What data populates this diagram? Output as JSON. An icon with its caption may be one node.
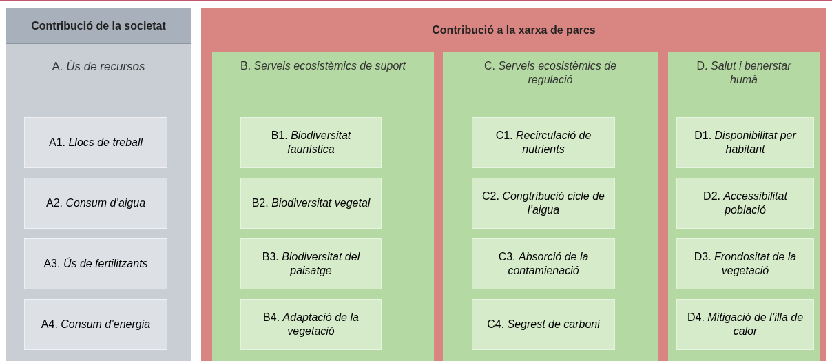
{
  "diagram": {
    "nodes": [
      {
        "text": [
          "Contribució de la societat",
          "A. *Ùs de recursos*"
        ]
      },
      {
        "text": [
          "A1. *Llocs de treball*"
        ],
        "in": 0
      },
      {
        "text": [
          "A2. *Consum d’aigua*"
        ],
        "in": 0
      },
      {
        "text": [
          "A3. *Ús de fertilitzants*"
        ],
        "in": 0
      },
      {
        "text": [
          "A4. *Consum d’energia*"
        ],
        "in": 0
      },
      {
        "text": [
          "Contribució a la xarxa de parcs"
        ]
      },
      {
        "text": [
          "B. *Serveis ecosistèmics de suport*"
        ],
        "in": 5
      },
      {
        "text": [
          "B1. *Biodiversitat faunística*"
        ],
        "in": 6
      },
      {
        "text": [
          "B2. *Biodiversitat vegetal*"
        ],
        "in": 6
      },
      {
        "text": [
          "B3. *Biodiversitat del paisatge*"
        ],
        "in": 6
      },
      {
        "text": [
          "B4. *Adaptació de la vegetació*"
        ],
        "in": 6
      },
      {
        "text": [
          "C. *Serveis ecosistèmics de regulació*"
        ],
        "in": 5
      },
      {
        "text": [
          "C1. *Recirculació de nutrients*"
        ],
        "in": 11
      },
      {
        "text": [
          "C2. *Congtribució cicle de l’aigua*"
        ],
        "in": 11
      },
      {
        "text": [
          "C3. *Absorció de la contamienació*"
        ],
        "in": 11
      },
      {
        "text": [
          "C4. *Segrest de carboni*"
        ],
        "in": 11
      },
      {
        "text": [
          "D. *Salut i benerstar humà*"
        ],
        "in": 5
      },
      {
        "text": [
          "D1. *Disponibilitat per habitant*"
        ],
        "in": 16
      },
      {
        "text": [
          "D2. *Accessibilitat població*"
        ],
        "in": 16
      },
      {
        "text": [
          "D3. *Frondositat de la vegetació*"
        ],
        "in": 16
      },
      {
        "text": [
          "D4. *Mitigació de l’illa de calor*"
        ],
        "in": 16
      }
    ],
    "edges": []
  }
}
